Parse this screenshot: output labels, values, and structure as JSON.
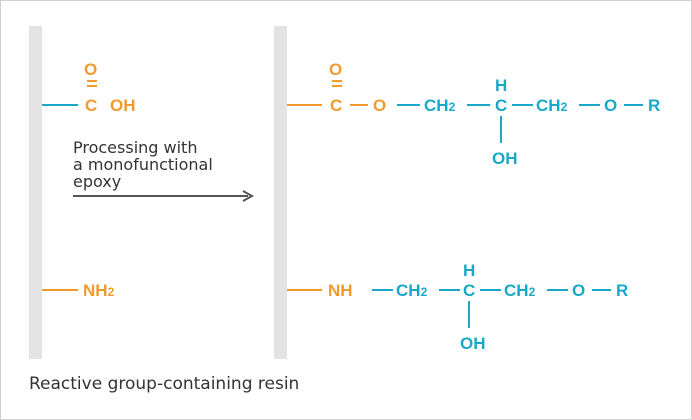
{
  "colors": {
    "resin_bar": "#e3e3e3",
    "reactive_group": "#f39a2e",
    "epoxy_group": "#1aa8c9",
    "text": "#333333",
    "arrow": "#555555"
  },
  "process": {
    "line1": "Processing with",
    "line2": "a monofunctional",
    "line3": "epoxy"
  },
  "caption": "Reactive group-containing resin",
  "left": {
    "carboxyl": {
      "o": "O",
      "c": "C",
      "oh": "OH"
    },
    "amine": {
      "nh": "NH",
      "sub": "2"
    }
  },
  "right": {
    "ester": {
      "o_top": "O",
      "c": "C",
      "o": "O",
      "ch2a": "CH",
      "ch2a_sub": "2",
      "h": "H",
      "c_mid": "C",
      "oh": "OH",
      "ch2b": "CH",
      "ch2b_sub": "2",
      "o_end": "O",
      "r": "R"
    },
    "amine": {
      "nh": "NH",
      "ch2a": "CH",
      "ch2a_sub": "2",
      "h": "H",
      "c_mid": "C",
      "oh": "OH",
      "ch2b": "CH",
      "ch2b_sub": "2",
      "o_end": "O",
      "r": "R"
    }
  }
}
